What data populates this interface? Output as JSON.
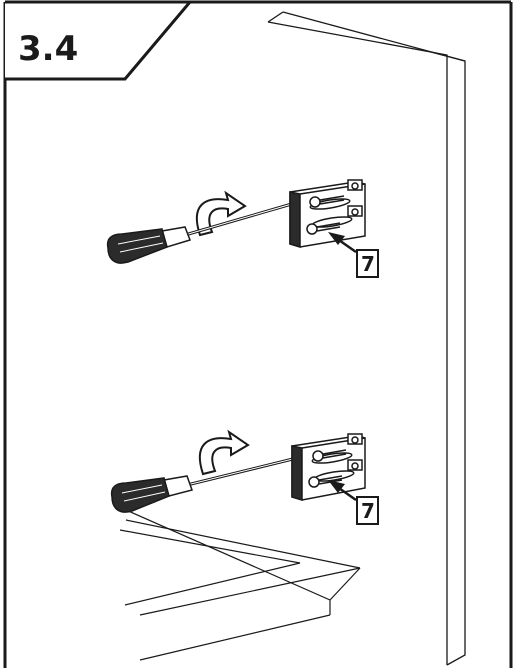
{
  "step": {
    "number": "3.4"
  },
  "callouts": [
    {
      "part": "7"
    },
    {
      "part": "7"
    }
  ],
  "colors": {
    "ink": "#1a1a1a",
    "paper": "#ffffff",
    "handle": "#2b2b2b"
  },
  "icons": [
    "screwdriver-icon",
    "rotation-arrow-icon",
    "hinge-mounting-plate-icon",
    "screw-icon",
    "callout-arrow-icon"
  ]
}
